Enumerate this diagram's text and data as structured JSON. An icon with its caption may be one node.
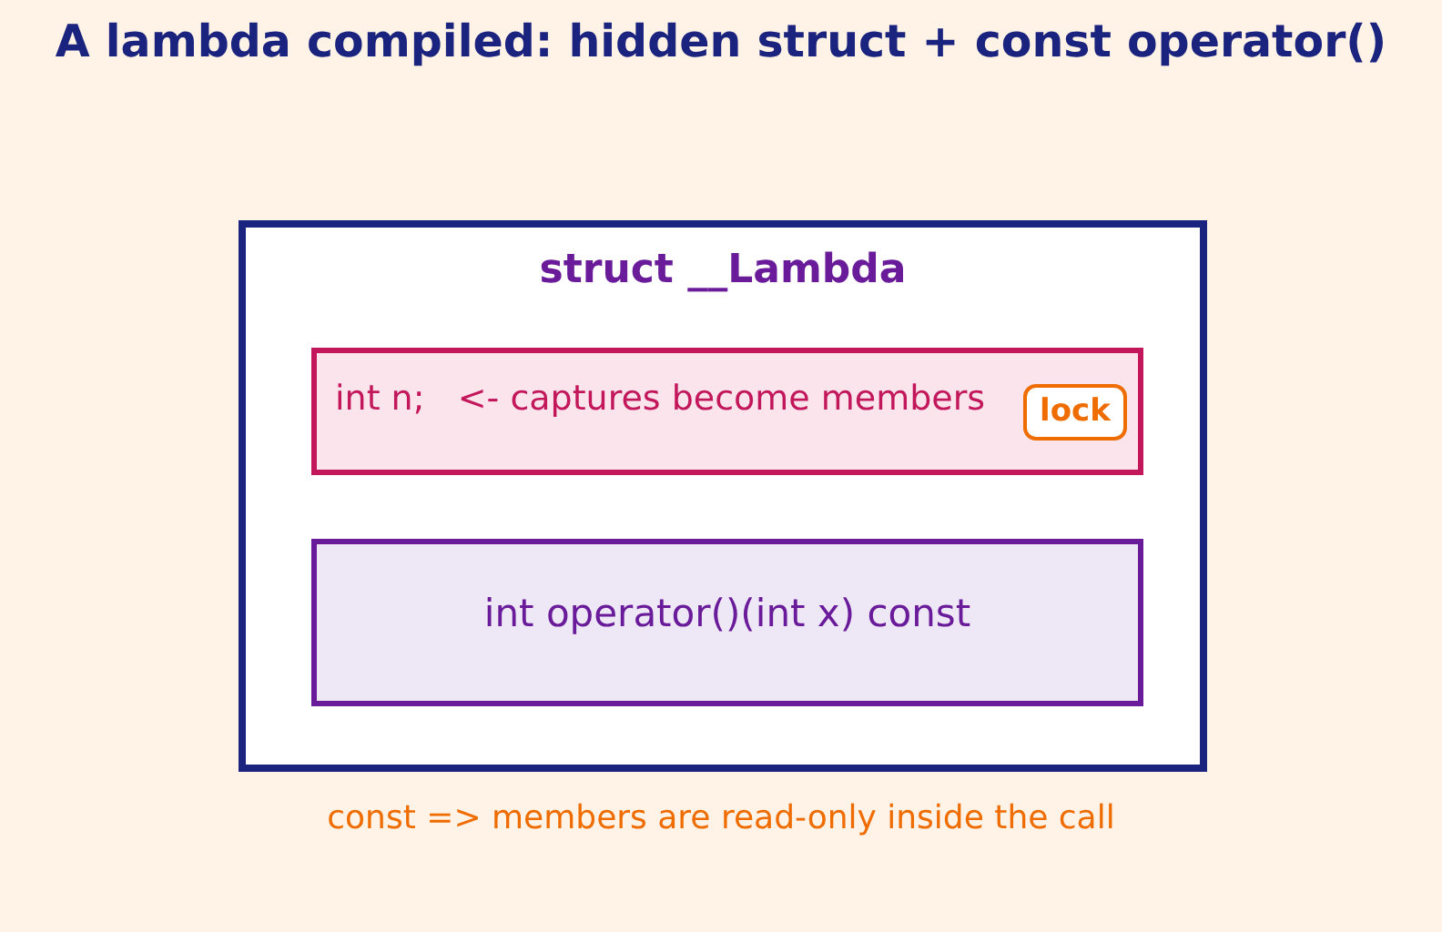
{
  "diagram": {
    "title": "A lambda compiled: hidden struct + const operator()",
    "caption": "const => members are read-only inside the call",
    "nodes": [
      {
        "text": [
          "struct __Lambda"
        ]
      },
      {
        "text": [
          "int n;   <- captures become members"
        ],
        "in": 0
      },
      {
        "text": [
          "lock"
        ],
        "in": 1
      },
      {
        "text": [
          "int operator()(int x) const"
        ],
        "in": 0
      }
    ]
  }
}
